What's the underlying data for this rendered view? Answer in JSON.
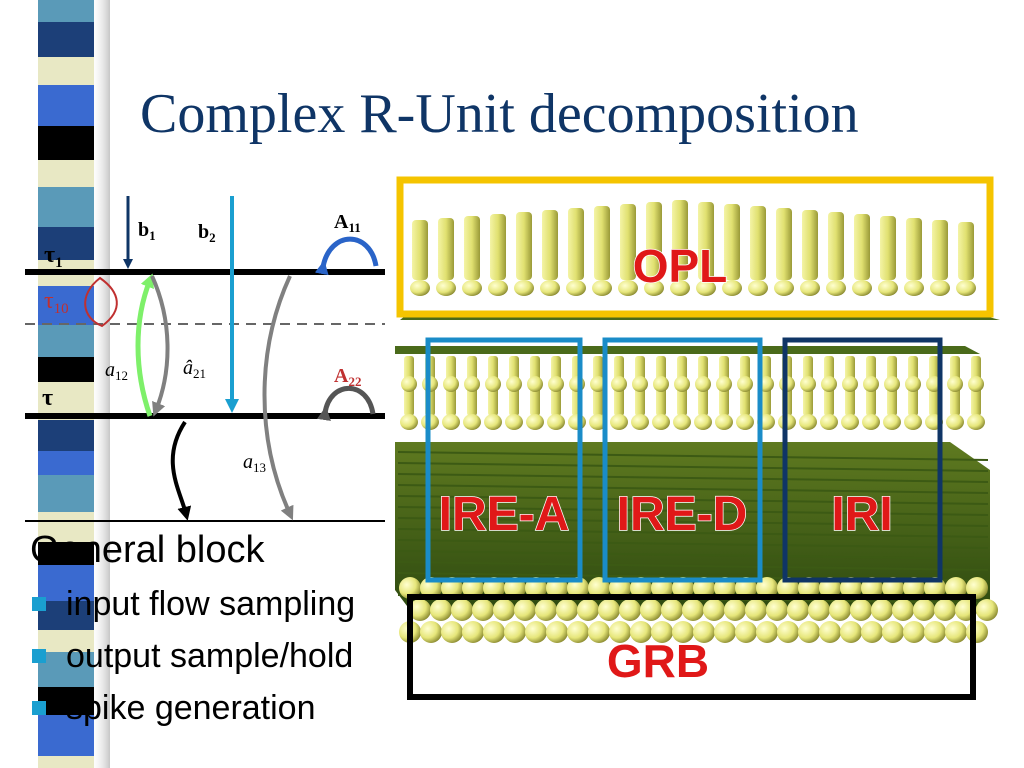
{
  "slide": {
    "title": "Complex R-Unit decomposition"
  },
  "diagram": {
    "labels": {
      "tau1": "τ",
      "tau1_sub": "1",
      "tau10": "τ",
      "tau10_sub": "10",
      "tau": "τ",
      "b1": "b",
      "b1_sub": "1",
      "b2": "b",
      "b2_sub": "2",
      "A11": "A",
      "A11_sub": "11",
      "A22": "A",
      "A22_sub": "22",
      "a12": "a",
      "a12_sub": "12",
      "a21": "â",
      "a21_sub": "21",
      "a13": "a",
      "a13_sub": "13"
    },
    "colors": {
      "tau10": "#c03030",
      "A22": "#c03030",
      "b1_arrow": "#0f3566",
      "b2_arrow": "#1a9fd0",
      "a12_arrow": "#7ef06a",
      "a13_arrow": "#808080"
    }
  },
  "retina": {
    "layers": [
      {
        "name": "OPL",
        "frame_color": "#f5c400"
      },
      {
        "name": "IRE-A",
        "frame_color": "#1a8cc8"
      },
      {
        "name": "IRE-D",
        "frame_color": "#1a8cc8"
      },
      {
        "name": "IRI",
        "frame_color": "#0f3566"
      },
      {
        "name": "GRB",
        "frame_color": "#000000"
      }
    ],
    "label_color": "#e01818"
  },
  "block": {
    "heading": "General block",
    "items": [
      {
        "label": "input flow sampling"
      },
      {
        "label": "output sample/hold"
      },
      {
        "label": "spike generation"
      }
    ]
  }
}
